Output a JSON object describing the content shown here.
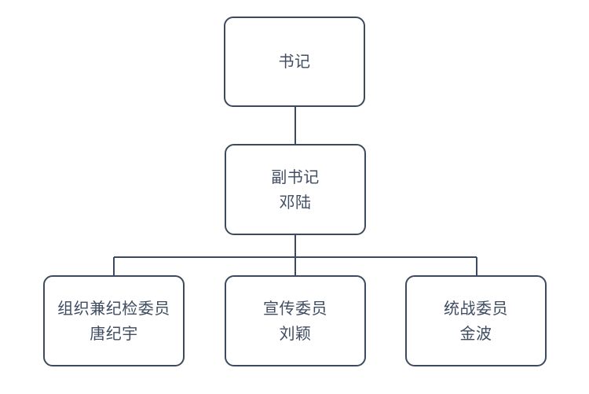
{
  "chart_data": {
    "type": "diagram",
    "diagram_kind": "organizational-chart",
    "orientation": "top-down",
    "levels": 3,
    "colors": {
      "background": "#ffffff",
      "box_stroke": "#3d4a5e",
      "box_fill": "#ffffff",
      "text": "#3f4c61",
      "connector": "#3d4a5e"
    },
    "nodes": [
      {
        "id": "n1",
        "role": "书记",
        "person": "",
        "level": 1
      },
      {
        "id": "n2",
        "role": "副书记",
        "person": "邓陆",
        "level": 2
      },
      {
        "id": "n3",
        "role": "组织兼纪检委员",
        "person": "唐纪宇",
        "level": 3
      },
      {
        "id": "n4",
        "role": "宣传委员",
        "person": "刘颖",
        "level": 3
      },
      {
        "id": "n5",
        "role": "统战委员",
        "person": "金波",
        "level": 3
      }
    ],
    "edges": [
      {
        "from": "n1",
        "to": "n2"
      },
      {
        "from": "n2",
        "to": "n3"
      },
      {
        "from": "n2",
        "to": "n4"
      },
      {
        "from": "n2",
        "to": "n5"
      }
    ]
  },
  "nodes": {
    "secretary": {
      "role": "书记",
      "person": ""
    },
    "deputy_secretary": {
      "role": "副书记",
      "person": "邓陆"
    },
    "organization_discipline": {
      "role": "组织兼纪检委员",
      "person": "唐纪宇"
    },
    "propaganda": {
      "role": "宣传委员",
      "person": "刘颖"
    },
    "united_front": {
      "role": "统战委员",
      "person": "金波"
    }
  }
}
